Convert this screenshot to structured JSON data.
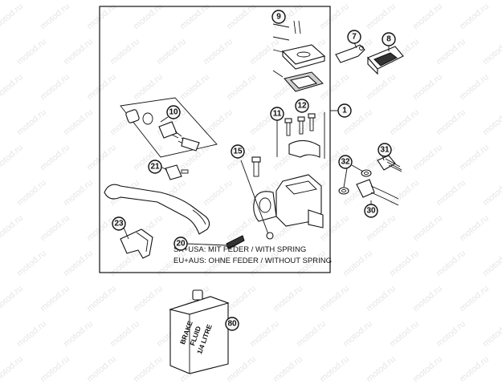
{
  "watermark": "motod.ru",
  "callouts": [
    {
      "id": "1",
      "label": "1"
    },
    {
      "id": "7",
      "label": "7"
    },
    {
      "id": "8",
      "label": "8"
    },
    {
      "id": "9",
      "label": "9"
    },
    {
      "id": "10",
      "label": "10"
    },
    {
      "id": "11",
      "label": "11"
    },
    {
      "id": "12",
      "label": "12"
    },
    {
      "id": "15",
      "label": "15"
    },
    {
      "id": "20",
      "label": "20"
    },
    {
      "id": "21",
      "label": "21"
    },
    {
      "id": "23",
      "label": "23"
    },
    {
      "id": "30",
      "label": "30"
    },
    {
      "id": "31",
      "label": "31"
    },
    {
      "id": "32",
      "label": "32"
    },
    {
      "id": "80",
      "label": "80"
    }
  ],
  "notes": {
    "line1": "SX+USA:  MIT FEDER / WITH SPRING",
    "line2": "EU+AUS:  OHNE FEDER / WITHOUT SPRING"
  },
  "bottle_label": {
    "line1": "BRAKE",
    "line2": "FLUID",
    "line3": "1/4 LITRE"
  }
}
